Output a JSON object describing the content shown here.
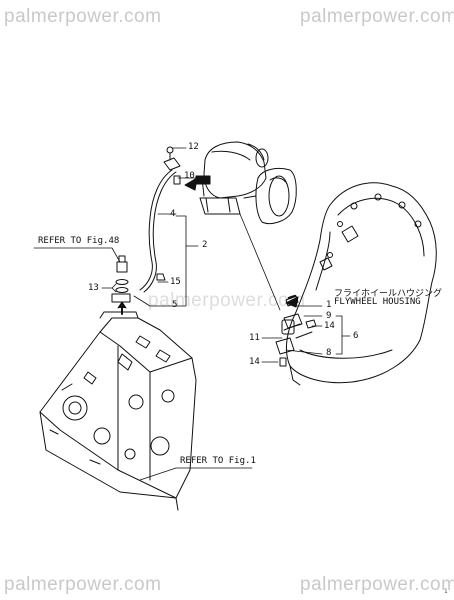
{
  "watermark": "palmerpower.com",
  "refs": {
    "fig48": "REFER TO Fig.48",
    "fig1": "REFER TO Fig.1"
  },
  "housing": {
    "jp": "フライホイールハウジング",
    "en": "FLYWHEEL HOUSING"
  },
  "callouts": {
    "c1": "1",
    "c2": "2",
    "c4": "4",
    "c5": "5",
    "c6": "6",
    "c8": "8",
    "c9": "9",
    "c10": "10",
    "c11": "11",
    "c12": "12",
    "c13": "13",
    "c14a": "14",
    "c14b": "14",
    "c15": "15"
  },
  "page_mark": "1"
}
